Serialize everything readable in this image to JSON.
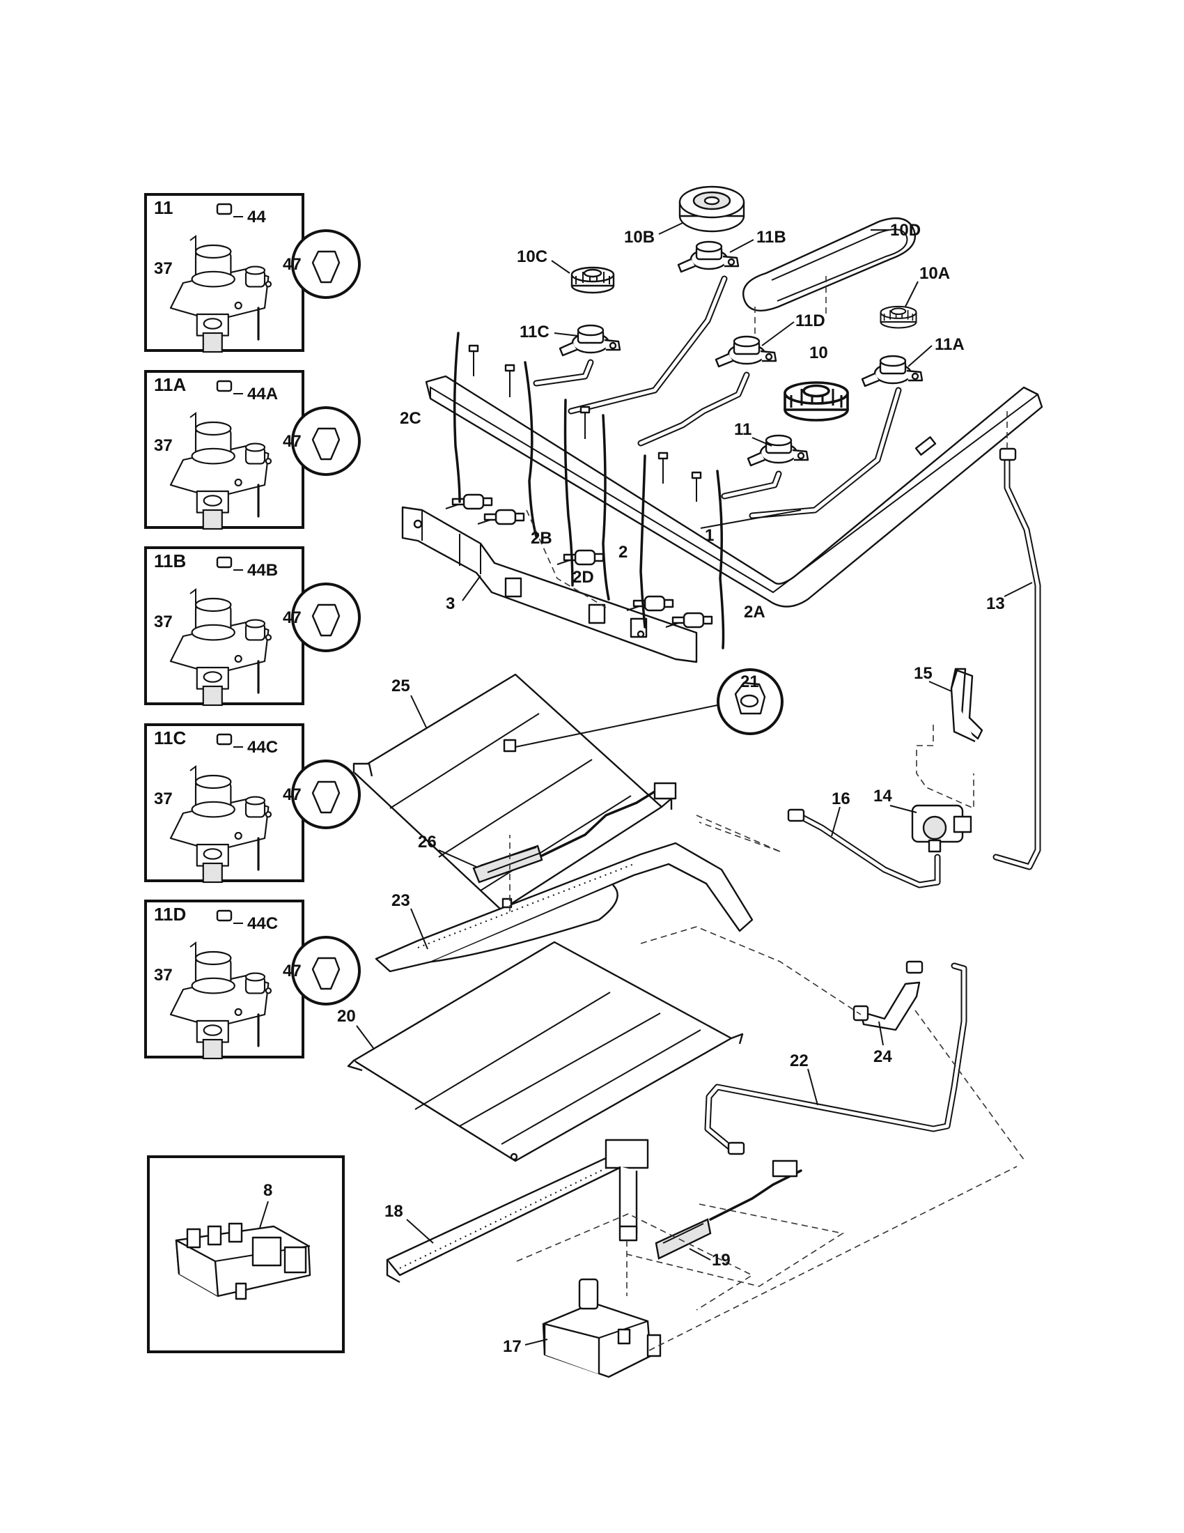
{
  "diagram": {
    "labels": {
      "p1": "1",
      "p2": "2",
      "p2A": "2A",
      "p2B": "2B",
      "p2C": "2C",
      "p2D": "2D",
      "p3": "3",
      "p10": "10",
      "p10A": "10A",
      "p10B": "10B",
      "p10C": "10C",
      "p10D": "10D",
      "p11": "11",
      "p11A": "11A",
      "p11B": "11B",
      "p11C": "11C",
      "p11D": "11D",
      "p13": "13",
      "p14": "14",
      "p15": "15",
      "p16": "16",
      "p17": "17",
      "p18": "18",
      "p19": "19",
      "p20": "20",
      "p21": "21",
      "p22": "22",
      "p23": "23",
      "p24": "24",
      "p25": "25",
      "p26": "26"
    },
    "insets": [
      {
        "title": "11",
        "cap": "44",
        "screw": "37",
        "orifice": "47"
      },
      {
        "title": "11A",
        "cap": "44A",
        "screw": "37",
        "orifice": "47"
      },
      {
        "title": "11B",
        "cap": "44B",
        "screw": "37",
        "orifice": "47"
      },
      {
        "title": "11C",
        "cap": "44C",
        "screw": "37",
        "orifice": "47"
      },
      {
        "title": "11D",
        "cap": "44C",
        "screw": "37",
        "orifice": "47"
      }
    ],
    "igniter_inset": {
      "label": "8"
    }
  }
}
